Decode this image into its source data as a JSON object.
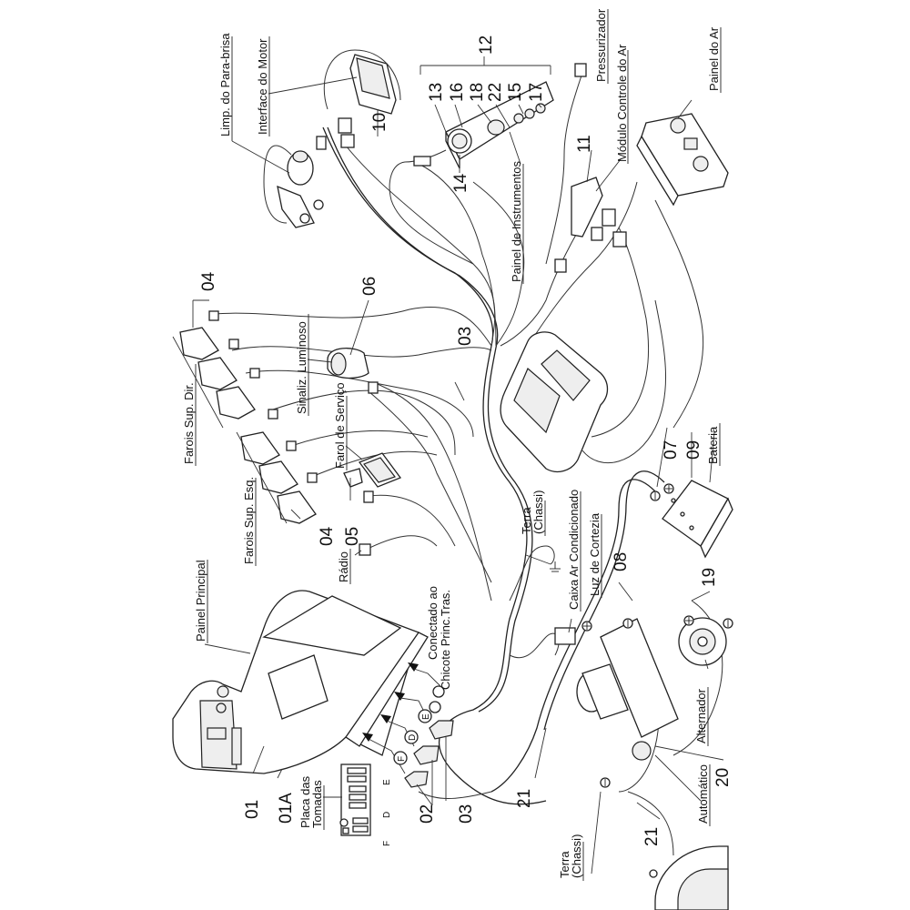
{
  "diagram": {
    "type": "wiring-diagram",
    "orientation": "rotated-90-ccw",
    "part_numbers": {
      "p01": "01",
      "p01a": "01A",
      "p02": "02",
      "p03a": "03",
      "p03b": "03",
      "p04a": "04",
      "p04b": "04",
      "p05": "05",
      "p06": "06",
      "p07": "07",
      "p08": "08",
      "p09": "09",
      "p10": "10",
      "p11": "11",
      "p12": "12",
      "p13": "13",
      "p14": "14",
      "p15": "15",
      "p16": "16",
      "p17": "17",
      "p18": "18",
      "p19": "19",
      "p20": "20",
      "p21a": "21",
      "p21b": "21",
      "p22": "22"
    },
    "labels": {
      "limp_parabrisa": "Limp. do Para-brisa",
      "interface_motor": "Interface do Motor",
      "painel_instrumentos": "Painel de Instrumentos",
      "pressurizador": "Pressurizador",
      "modulo_controle_ar": "Módulo Controle do Ar",
      "painel_ar": "Painel do Ar",
      "farois_sup_dir": "Farois Sup. Dir.",
      "farois_sup_esq": "Farois Sup. Esq.",
      "sinaliz_luminoso": "Sinaliz. Luminoso",
      "farol_servico": "Farol de Serviço",
      "radio": "Rádio",
      "painel_principal": "Painel Principal",
      "placa_tomadas_1": "Placa das",
      "placa_tomadas_2": "Tomadas",
      "conectado_1": "Conectado ao",
      "conectado_2": "Chicote Princ.Tras.",
      "terra_chassi_top_1": "Terra",
      "terra_chassi_top_2": "(Chassi)",
      "caixa_ar": "Caixa Ar Condicionado",
      "luz_cortezia": "Luz de Cortezia",
      "bateria": "Bateria",
      "alternador": "Alternador",
      "automatico": "Automático",
      "terra_chassi_bot_1": "Terra",
      "terra_chassi_bot_2": "(Chassi)"
    },
    "connector_letters": {
      "e": "E",
      "d": "D",
      "f": "F"
    },
    "polarity": {
      "plus": "+",
      "minus": "−"
    }
  }
}
